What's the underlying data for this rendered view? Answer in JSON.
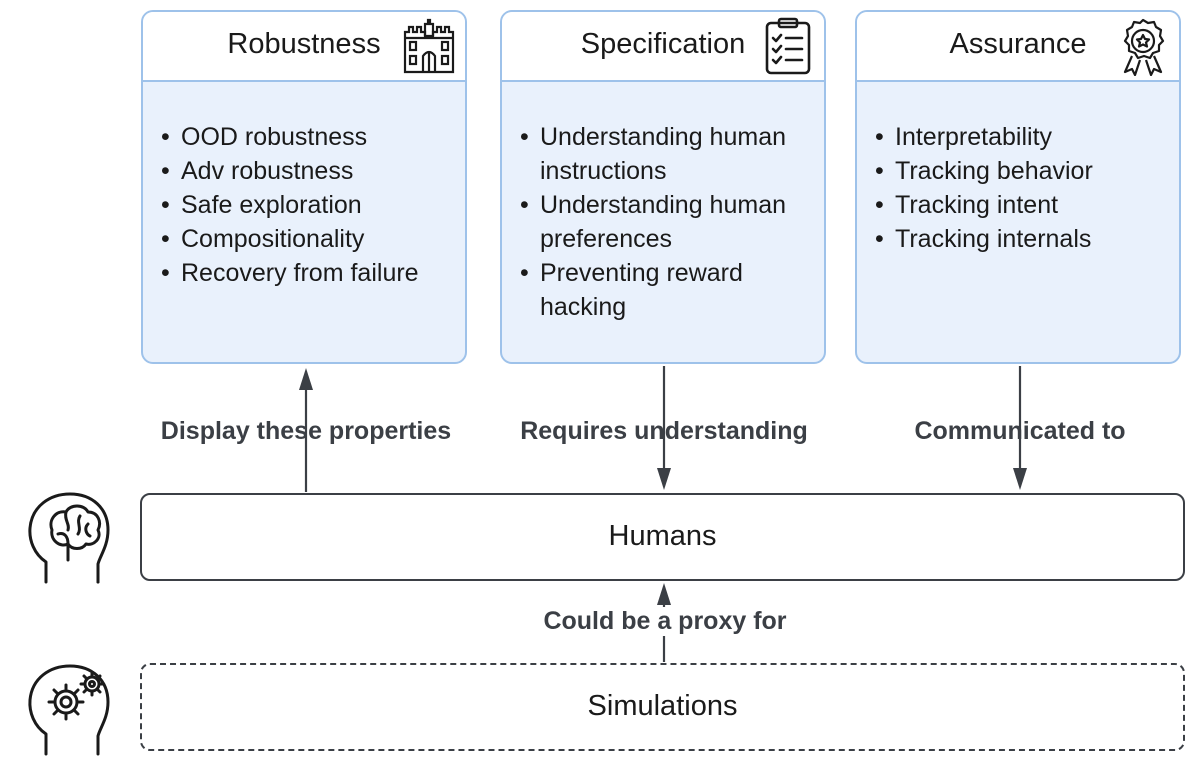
{
  "cards": {
    "robustness": {
      "title": "Robustness",
      "icon": "castle-icon",
      "items": [
        "OOD robustness",
        "Adv robustness",
        "Safe exploration",
        "Compositionality",
        "Recovery from failure"
      ]
    },
    "specification": {
      "title": "Specification",
      "icon": "checklist-clipboard-icon",
      "items": [
        "Understanding human instructions",
        "Understanding human preferences",
        "Preventing reward hacking"
      ]
    },
    "assurance": {
      "title": "Assurance",
      "icon": "award-ribbon-icon",
      "items": [
        "Interpretability",
        "Tracking behavior",
        "Tracking intent",
        "Tracking internals"
      ]
    }
  },
  "edges": {
    "display": "Display these properties",
    "requires": "Requires understanding",
    "communicated": "Communicated to",
    "proxy": "Could be a proxy for"
  },
  "boxes": {
    "humans": "Humans",
    "simulations": "Simulations"
  },
  "icons": {
    "humans": "brain-head-icon",
    "simulations": "gear-head-icon"
  },
  "colors": {
    "card_border": "#9ec2ea",
    "card_fill": "#e9f1fc",
    "arrow": "#3b3f45",
    "text": "#1a1a1a"
  }
}
